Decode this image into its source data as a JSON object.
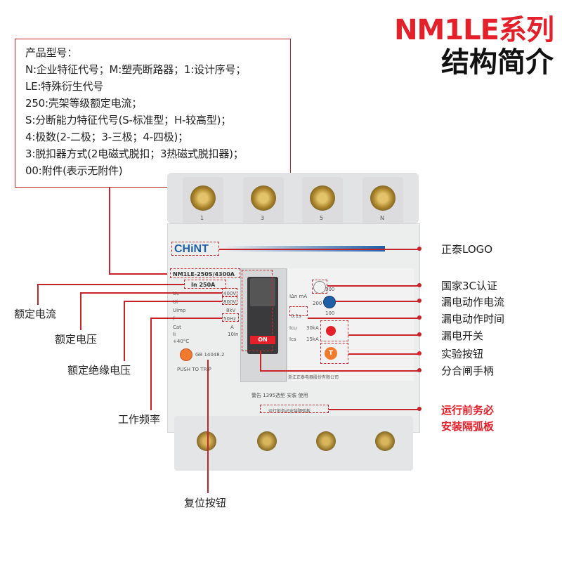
{
  "title": {
    "line1": "NM1LE系列",
    "line2": "结构简介"
  },
  "model_info": [
    "产品型号：",
    "N:企业特征代号；M:塑壳断路器；1:设计序号；",
    "LE:特殊衍生代号",
    "250:壳架等级额定电流；",
    "S:分断能力特征代号(S-标准型；H-较高型)；",
    "4:极数(2-二极；3-三极；4-四极)；",
    "3:脱扣器方式(2电磁式脱扣；3热磁式脱扣器)；",
    "00:附件(表示无附件)"
  ],
  "callouts_right": [
    {
      "text": "正泰LOGO"
    },
    {
      "text": "国家3C认证"
    },
    {
      "text": "漏电动作电流"
    },
    {
      "text": "漏电动作时间"
    },
    {
      "text": "漏电开关"
    },
    {
      "text": "实验按钮"
    },
    {
      "text": "分合闸手柄"
    },
    {
      "text": "运行前务必"
    },
    {
      "text": "安装隔弧板"
    }
  ],
  "callouts_left": [
    {
      "text": "额定电流"
    },
    {
      "text": "额定电压"
    },
    {
      "text": "额定绝缘电压"
    },
    {
      "text": "工作频率"
    },
    {
      "text": "复位按钮"
    }
  ],
  "device": {
    "brand": "CHiNT",
    "model": "NM1LE-250S/4300A",
    "rating": "In 250A",
    "terminal_labels": [
      "1",
      "3",
      "5",
      "N"
    ],
    "specs_left": [
      "Ue",
      "Ui",
      "Uimp",
      "f",
      "Cat",
      "Ii",
      "+40°C"
    ],
    "spec_values": [
      "400V",
      "800V",
      "8kV",
      "50Hz",
      "A",
      "10In"
    ],
    "standard": "GB 14048.2",
    "push_to_trip": "PUSH TO TRIP",
    "handle_on": "ON",
    "leak_current_label": "IΔn mA",
    "leak_values": [
      "300",
      "200",
      "100"
    ],
    "leak_time": "0.1s",
    "icu": "Icu",
    "icu_val": "30kA",
    "ics": "Ics",
    "ics_val": "15kA",
    "test_button": "T",
    "manufacturer": "浙江正泰电器股份有限公司",
    "bottom_note": "警告 1395选型 安装 使用",
    "bottom_note2": "运行前务必安装隔弧板"
  },
  "colors": {
    "accent_red": "#e4202a",
    "body": "#e8e9eb",
    "blue": "#1f5fa8"
  }
}
